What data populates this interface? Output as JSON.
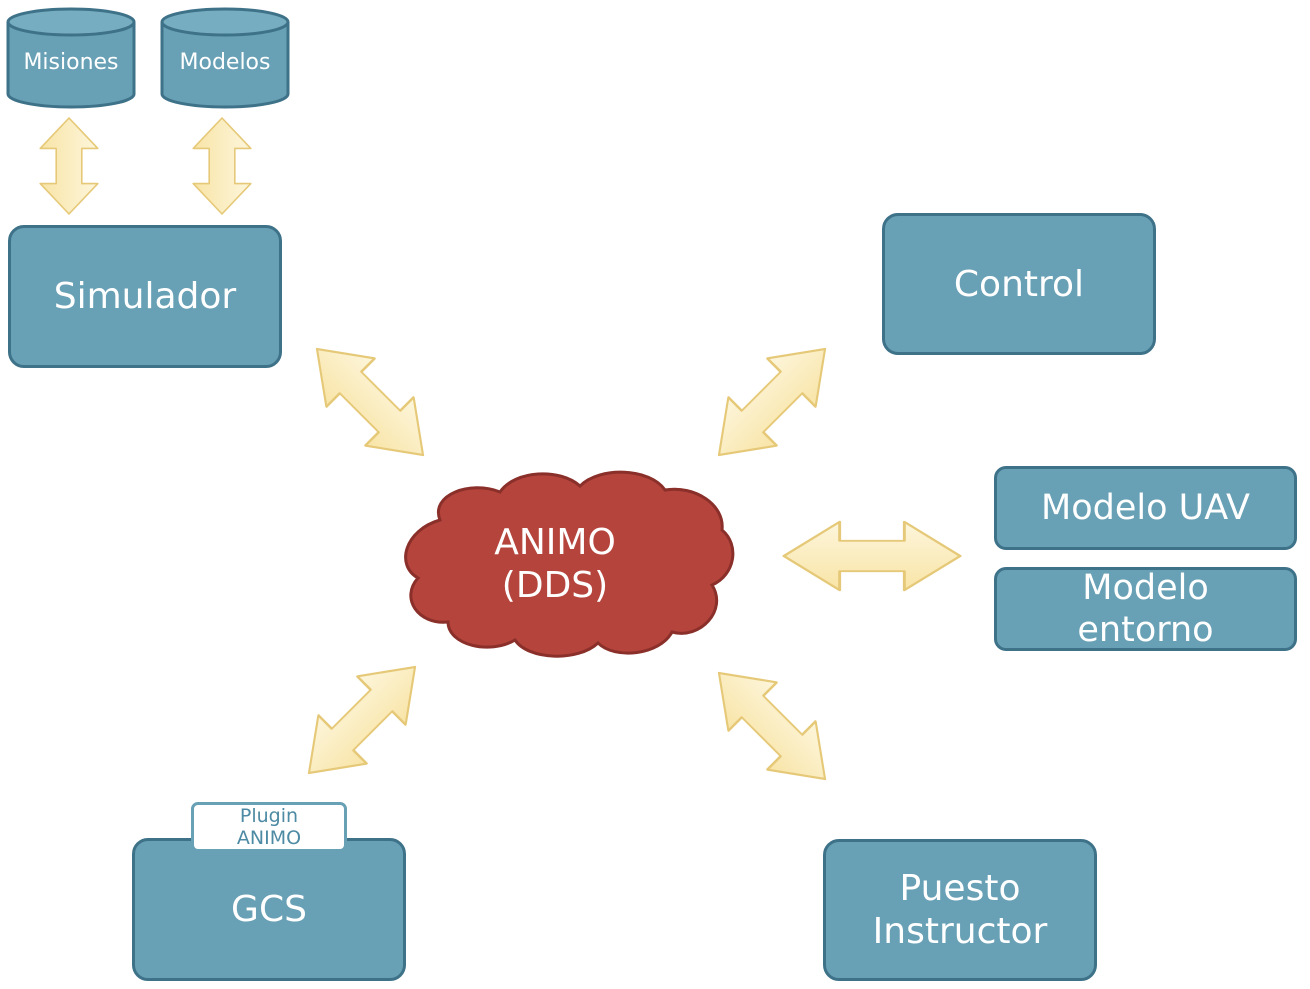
{
  "databases": {
    "misiones": "Misiones",
    "modelos": "Modelos"
  },
  "nodes": {
    "simulador": "Simulador",
    "control": "Control",
    "modelo_uav": "Modelo UAV",
    "modelo_entorno_line1": "Modelo",
    "modelo_entorno_line2": "entorno",
    "gcs": "GCS",
    "puesto_line1": "Puesto",
    "puesto_line2": "Instructor"
  },
  "plugin": {
    "line1": "Plugin",
    "line2": "ANIMO"
  },
  "hub": {
    "line1": "ANIMO",
    "line2": "(DDS)"
  },
  "colors": {
    "node_fill": "#68a0b5",
    "node_border": "#3e7288",
    "hub_fill": "#b5443c",
    "arrow_fill": "#fbeec4",
    "arrow_stroke": "#e9cf7c"
  },
  "icons": {
    "arrow": "double-headed-arrow"
  }
}
